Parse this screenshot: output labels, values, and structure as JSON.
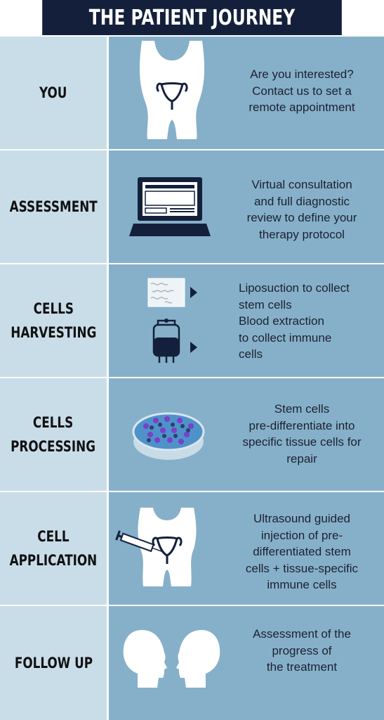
{
  "header": {
    "title": "THE PATIENT JOURNEY"
  },
  "steps": [
    {
      "label": "YOU",
      "text": "Are you interested?\nContact us to set a\nremote appointment",
      "icon": "female-torso-uterus-icon"
    },
    {
      "label": "ASSESSMENT",
      "text": "Virtual consultation\nand full diagnostic\nreview to define your\ntherapy protocol",
      "icon": "laptop-icon"
    },
    {
      "label": "CELLS\nHARVESTING",
      "text": "Liposuction to collect\nstem cells\nBlood extraction\nto collect immune\ncells",
      "icon": "fat-and-blood-bag-icon"
    },
    {
      "label": "CELLS\nPROCESSING",
      "text": "Stem cells\npre-differentiate into\nspecific tissue cells for\nrepair",
      "icon": "petri-dish-icon"
    },
    {
      "label": "CELL\nAPPLICATION",
      "text": "Ultrasound guided\ninjection of pre-\ndifferentiated stem\ncells + tissue-specific\nimmune cells",
      "icon": "syringe-injection-icon"
    },
    {
      "label": "FOLLOW UP",
      "text": "Assessment of the\nprogress of\nthe treatment",
      "icon": "two-heads-icon"
    }
  ]
}
